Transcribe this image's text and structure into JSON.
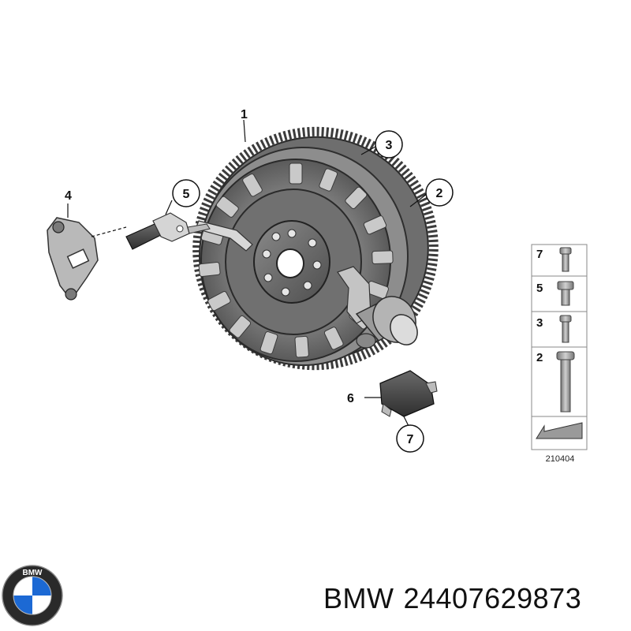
{
  "callouts": {
    "c1": "1",
    "c2": "2",
    "c3": "3",
    "c4": "4",
    "c5": "5",
    "c6": "6",
    "c7": "7"
  },
  "legend": {
    "rows": [
      "7",
      "5",
      "3",
      "2"
    ],
    "image_number": "210404"
  },
  "logo": {
    "text": "BMW"
  },
  "footer": {
    "brand": "BMW",
    "part_number": "24407629873"
  },
  "colors": {
    "metal_dark": "#5a5a5a",
    "metal_mid": "#8c8c8c",
    "metal_light": "#c8c8c8",
    "bmw_blue": "#1c69d4"
  }
}
